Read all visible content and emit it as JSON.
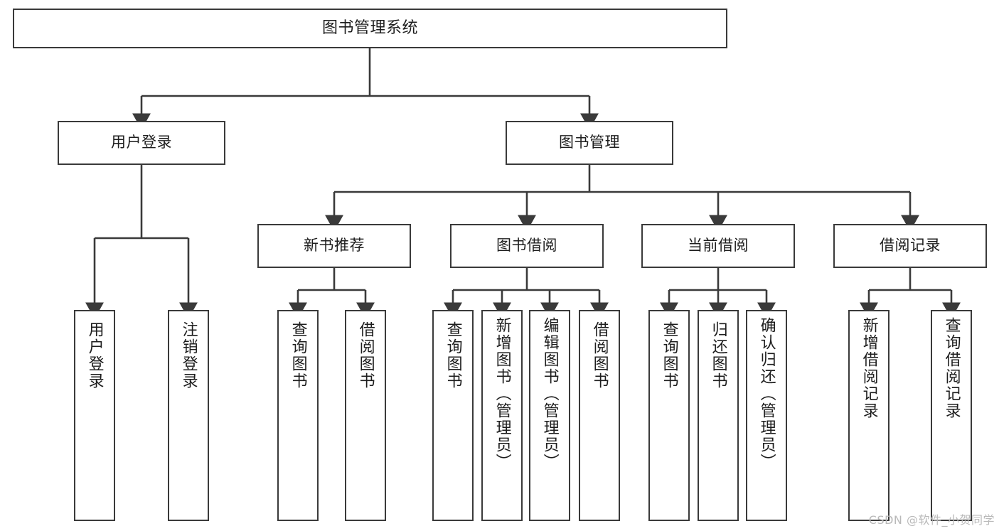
{
  "diagram": {
    "title": "图书管理系统",
    "type": "tree-hierarchy-diagram",
    "root": {
      "label": "图书管理系统"
    },
    "level2": [
      {
        "label": "用户登录"
      },
      {
        "label": "图书管理"
      }
    ],
    "level3": [
      {
        "label": "新书推荐"
      },
      {
        "label": "图书借阅"
      },
      {
        "label": "当前借阅"
      },
      {
        "label": "借阅记录"
      }
    ],
    "leaves": [
      {
        "label": "用户登录"
      },
      {
        "label": "注销登录"
      },
      {
        "label": "查询图书"
      },
      {
        "label": "借阅图书"
      },
      {
        "label": "查询图书"
      },
      {
        "label": "新增图书（管理员）"
      },
      {
        "label": "编辑图书（管理员）"
      },
      {
        "label": "借阅图书"
      },
      {
        "label": "查询图书"
      },
      {
        "label": "归还图书"
      },
      {
        "label": "确认归还（管理员）"
      },
      {
        "label": "新增借阅记录"
      },
      {
        "label": "查询借阅记录"
      }
    ]
  },
  "watermark": {
    "text": "CSDN @软件_小贺同学"
  },
  "colors": {
    "stroke": "#3a3a3a",
    "text": "#1d1d1d",
    "background": "#ffffff",
    "watermark": "#b9b9b9"
  }
}
